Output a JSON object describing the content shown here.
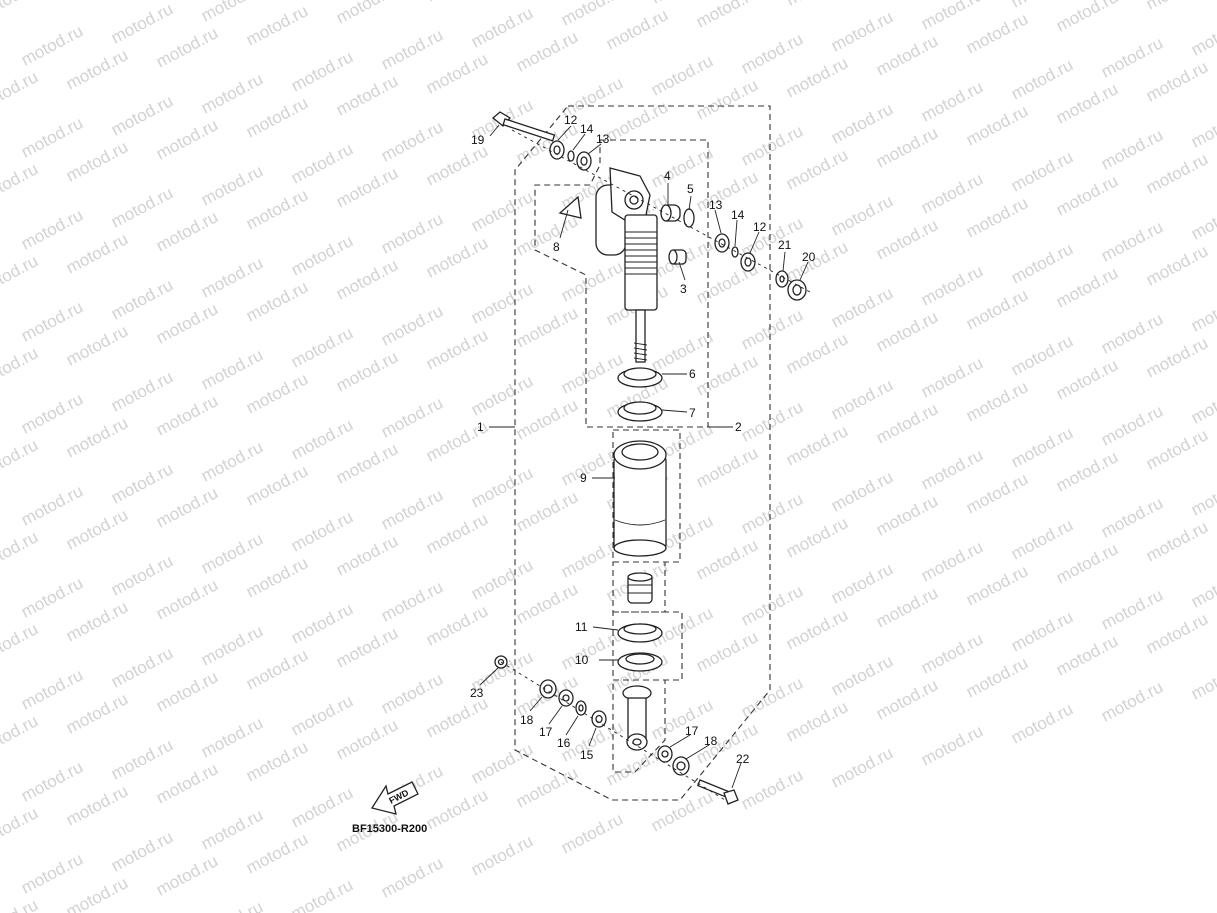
{
  "watermark": {
    "text": "motod.ru"
  },
  "diagram": {
    "code": "BF15300-R200",
    "fwd_label": "FWD",
    "labels": {
      "p1": "1",
      "p2": "2",
      "p3": "3",
      "p4": "4",
      "p5": "5",
      "p6": "6",
      "p7": "7",
      "p8": "8",
      "p9": "9",
      "p10": "10",
      "p11": "11",
      "p12a": "12",
      "p12b": "12",
      "p13a": "13",
      "p13b": "13",
      "p14a": "14",
      "p14b": "14",
      "p15": "15",
      "p16": "16",
      "p17a": "17",
      "p17b": "17",
      "p18a": "18",
      "p18b": "18",
      "p19": "19",
      "p20": "20",
      "p21": "21",
      "p22": "22",
      "p23": "23"
    }
  },
  "colors": {
    "line": "#222222",
    "watermark": "#d2d2d2",
    "background": "#ffffff"
  }
}
